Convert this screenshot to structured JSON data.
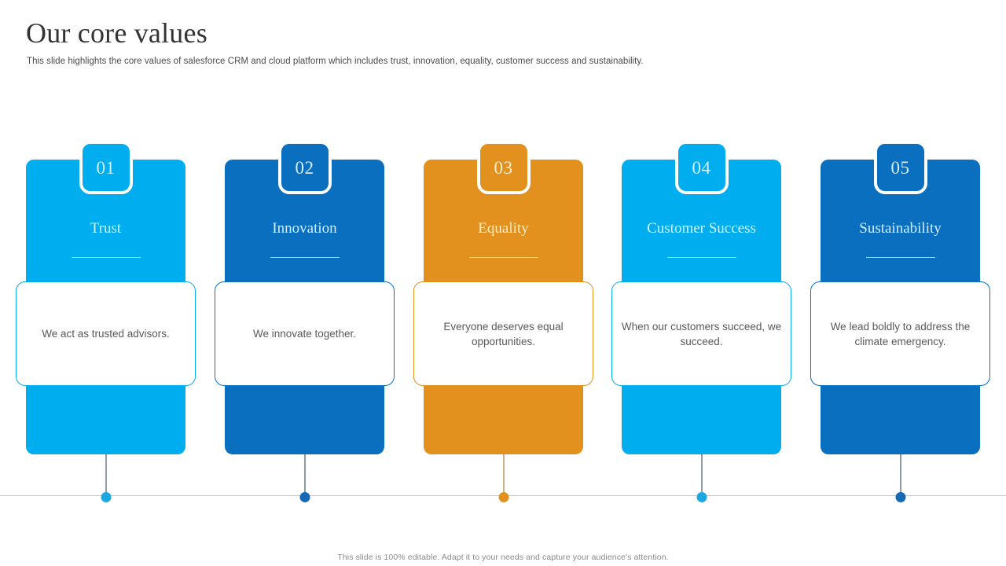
{
  "header": {
    "title": "Our core values",
    "subtitle": "This slide highlights the core values of salesforce CRM and cloud platform which includes trust, innovation, equality, customer success and sustainability."
  },
  "footer": {
    "note": "This slide is 100% editable. Adapt it to your needs and capture your audience's attention."
  },
  "theme": {
    "light_blue": "#00AEEF",
    "dark_blue": "#0B6FBF",
    "orange": "#E2911F",
    "title_tint_blue": "#CFF3FF",
    "title_tint_orange": "#FCEFCF",
    "baseline": "#c9c9c9",
    "body_text": "#595959"
  },
  "cards": [
    {
      "number": "01",
      "title": "Trust",
      "description": "We act as trusted advisors.",
      "color": "#00AEEF",
      "title_color": "#CFF3FF",
      "rule_color": "#8FE2FA",
      "stem_color": "#1f3b5c",
      "dot_color": "#1CA7E0"
    },
    {
      "number": "02",
      "title": "Innovation",
      "description": "We innovate together.",
      "color": "#0B6FBF",
      "title_color": "#D6EEFB",
      "rule_color": "#8FE2FA",
      "stem_color": "#17324d",
      "dot_color": "#1669B5"
    },
    {
      "number": "03",
      "title": "Equality",
      "description": "Everyone deserves equal opportunities.",
      "color": "#E2911F",
      "title_color": "#FCEFCF",
      "rule_color": "#F6E08A",
      "stem_color": "#9a6a15",
      "dot_color": "#E2911F"
    },
    {
      "number": "04",
      "title": "Customer Success",
      "description": "When our customers succeed, we succeed.",
      "color": "#00AEEF",
      "title_color": "#CFF3FF",
      "rule_color": "#8FE2FA",
      "stem_color": "#1f3b5c",
      "dot_color": "#1CA7E0"
    },
    {
      "number": "05",
      "title": "Sustainability",
      "description": "We lead boldly to address the climate emergency.",
      "color": "#0B6FBF",
      "title_color": "#D6EEFB",
      "rule_color": "#8FE2FA",
      "stem_color": "#17324d",
      "dot_color": "#1669B5"
    }
  ],
  "layout": {
    "card_left_positions": [
      33,
      286,
      539,
      791,
      1044
    ]
  }
}
